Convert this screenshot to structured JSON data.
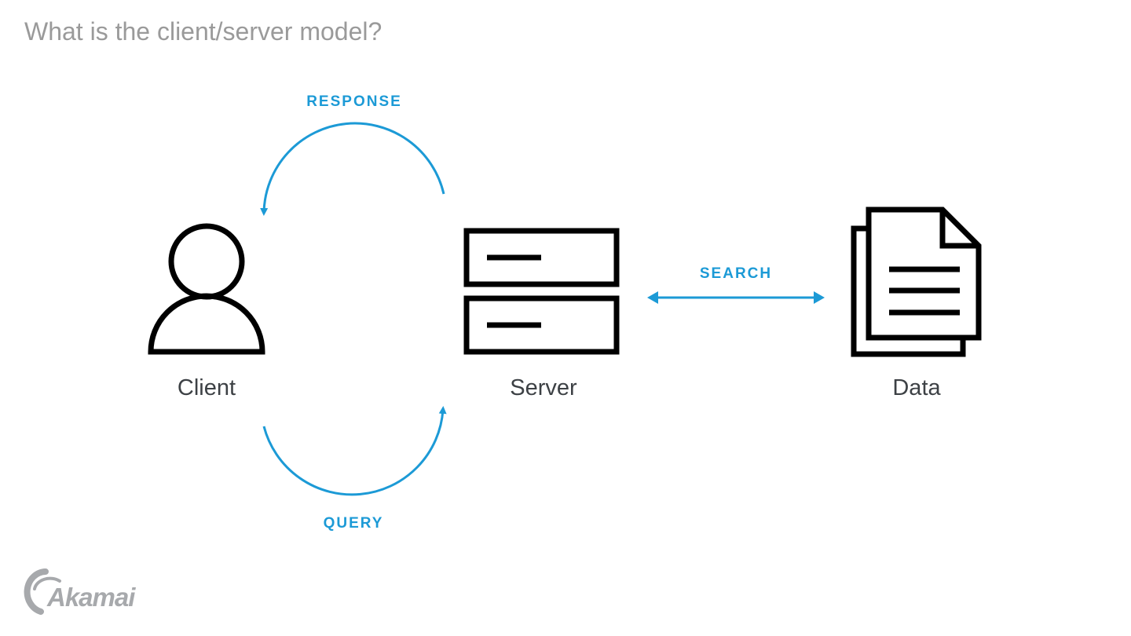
{
  "title": "What is the client/server model?",
  "nodes": {
    "client": "Client",
    "server": "Server",
    "data": "Data"
  },
  "edges": {
    "response": "RESPONSE",
    "query": "QUERY",
    "search": "SEARCH"
  },
  "logo": {
    "text": "Akamai"
  },
  "colors": {
    "accent": "#1c9ad6",
    "title": "#9a9a9a",
    "label": "#3d4145",
    "icon": "#000000",
    "logo": "#a7a9ac"
  },
  "icons": [
    "user-icon",
    "server-icon",
    "documents-icon",
    "akamai-logo-icon"
  ]
}
